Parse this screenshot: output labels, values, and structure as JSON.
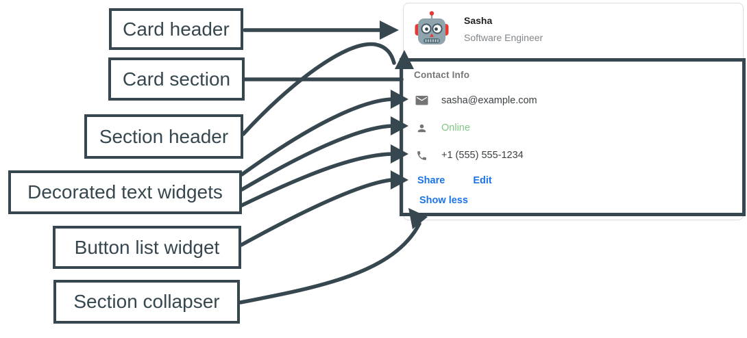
{
  "labels": [
    {
      "text": "Card header"
    },
    {
      "text": "Card section"
    },
    {
      "text": "Section header"
    },
    {
      "text": "Decorated text widgets"
    },
    {
      "text": "Button list widget"
    },
    {
      "text": "Section collapser"
    }
  ],
  "card": {
    "header": {
      "avatar_icon": "robot-icon",
      "name": "Sasha",
      "subtitle": "Software Engineer"
    },
    "section": {
      "header": "Contact Info",
      "rows": [
        {
          "icon": "mail-icon",
          "text": "sasha@example.com"
        },
        {
          "icon": "person-icon",
          "text": "Online"
        },
        {
          "icon": "phone-icon",
          "text": "+1 (555) 555-1234"
        }
      ],
      "buttons": [
        {
          "label": "Share"
        },
        {
          "label": "Edit"
        }
      ],
      "collapser": "Show less"
    }
  },
  "colors": {
    "annotation_dark": "#37474F",
    "link_blue": "#1a73e8",
    "online_green": "#81C784",
    "muted_gray": "#757575",
    "body_text": "#3c4043",
    "card_border": "#dadce0"
  }
}
